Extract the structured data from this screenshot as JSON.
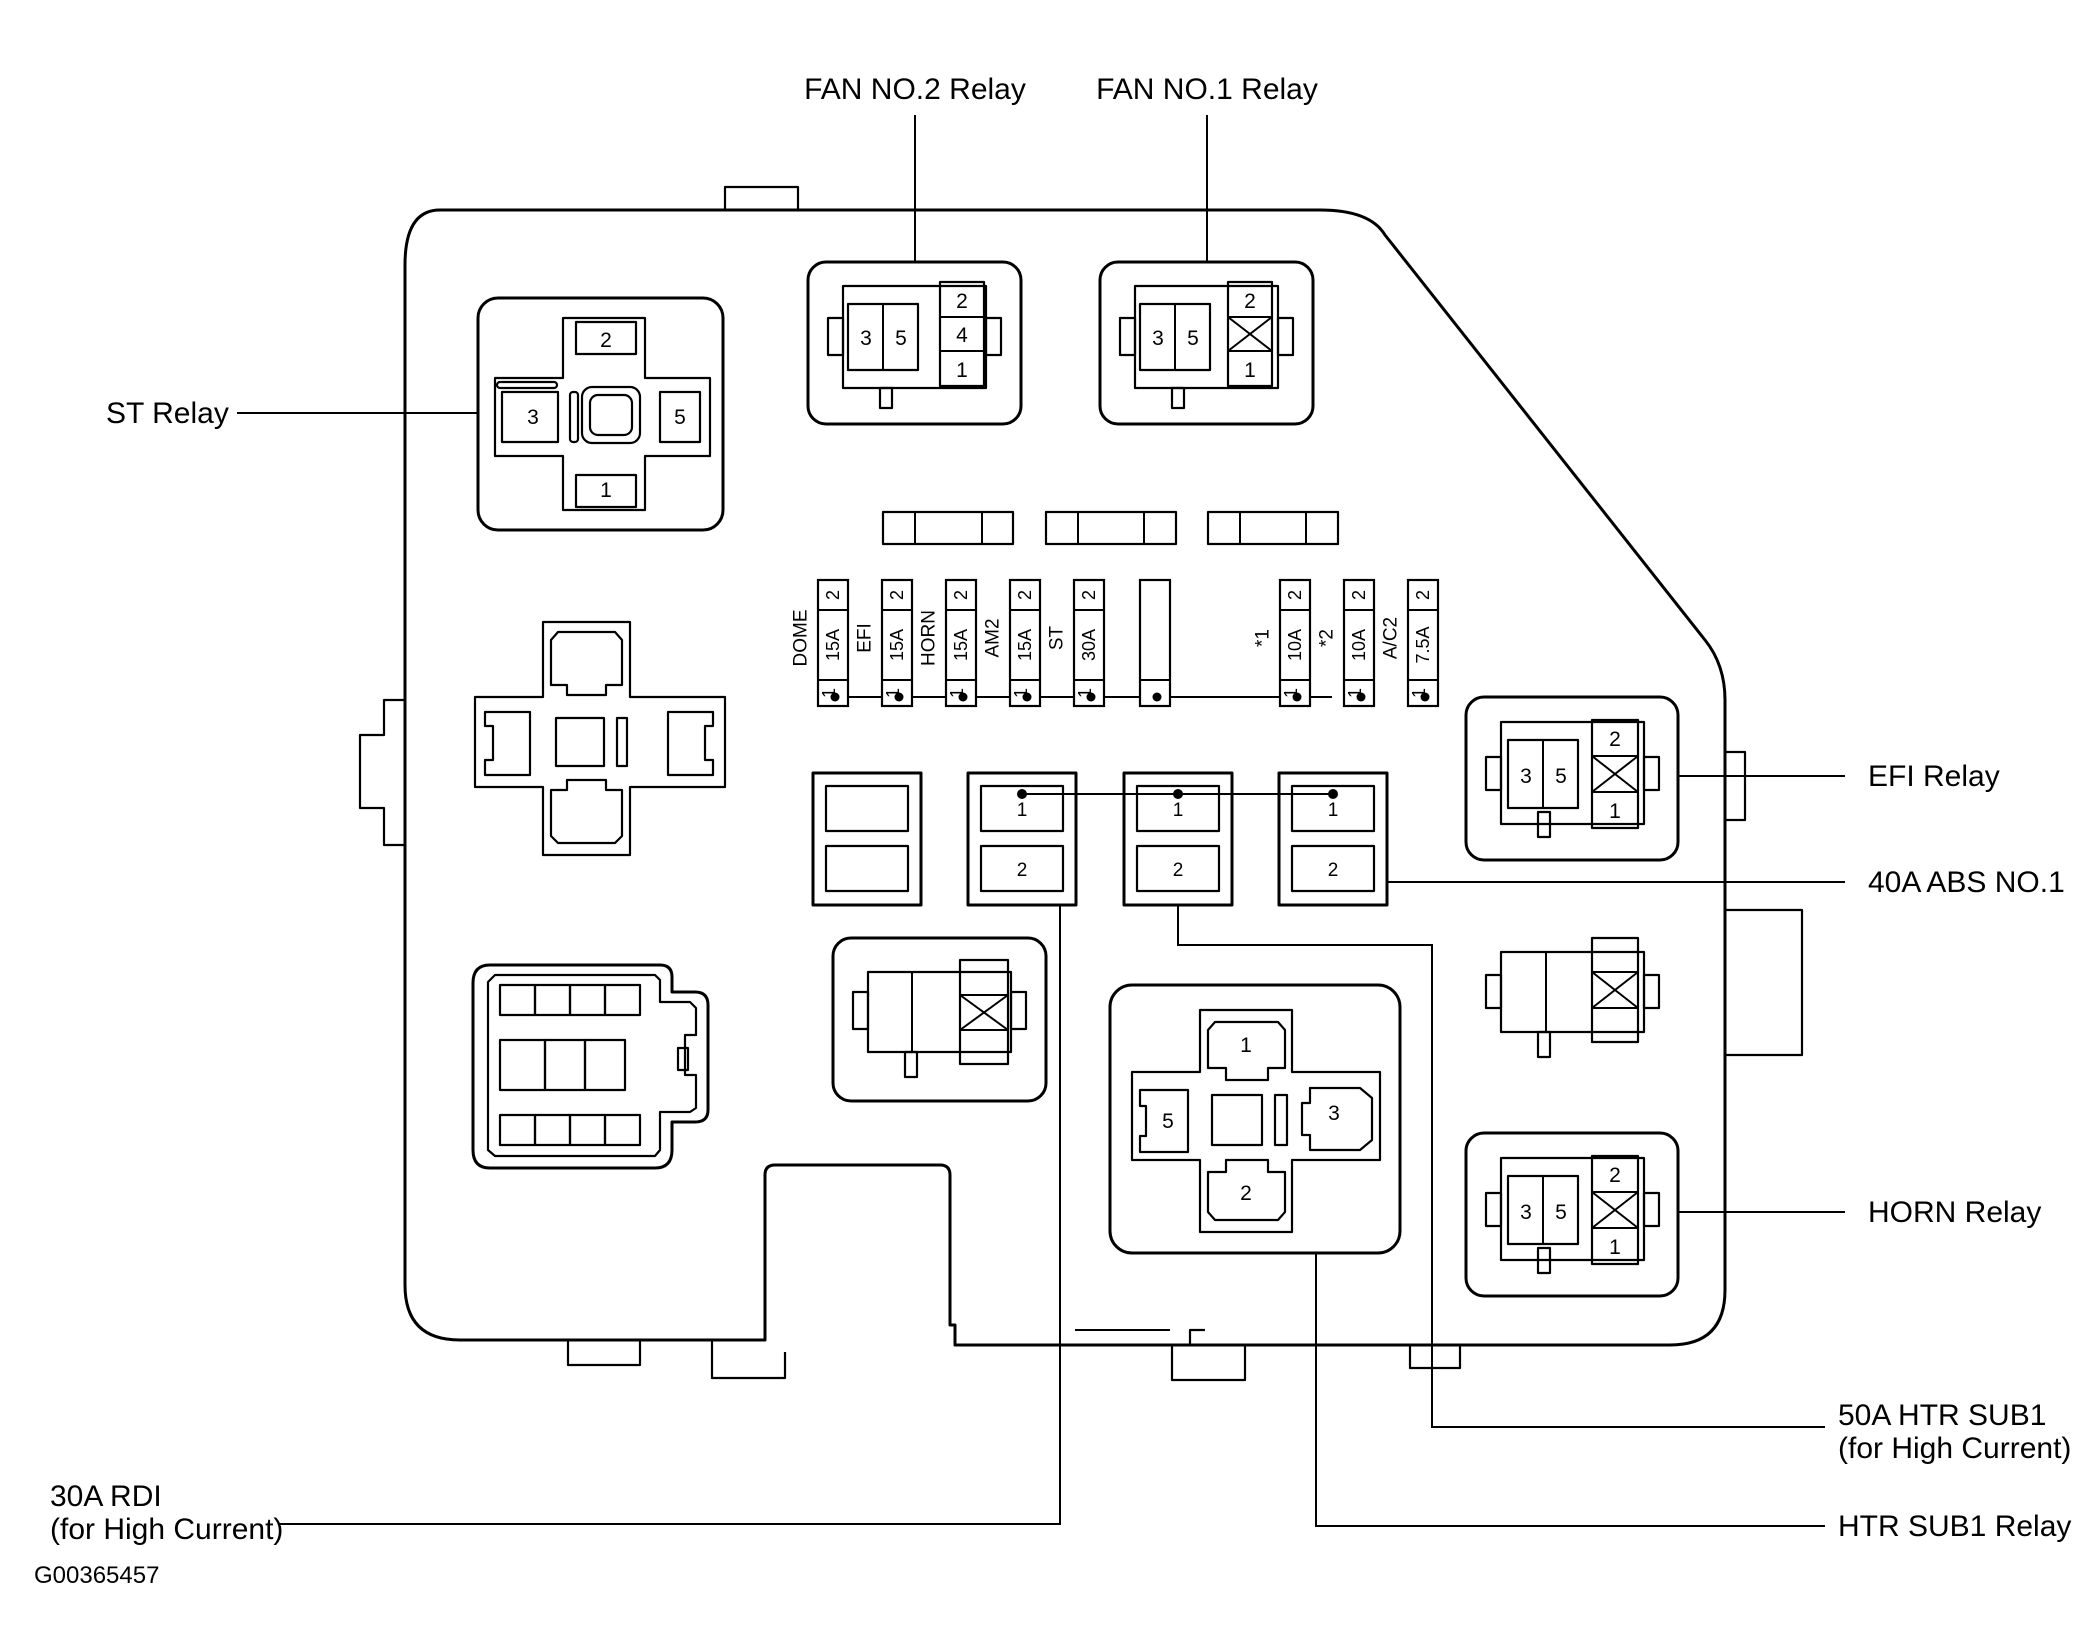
{
  "callouts": {
    "fan_no2_relay": "FAN NO.2 Relay",
    "fan_no1_relay": "FAN NO.1 Relay",
    "st_relay": "ST Relay",
    "efi_relay": "EFI Relay",
    "abs_no1": "40A ABS NO.1",
    "horn_relay": "HORN Relay",
    "htr_sub1_fuse_line1": "50A HTR SUB1",
    "htr_sub1_fuse_line2": "(for High Current)",
    "htr_sub1_relay": "HTR SUB1 Relay",
    "rdi_line1": "30A RDI",
    "rdi_line2": "(for High Current)"
  },
  "figure_code": "G00365457",
  "fuses": [
    {
      "name": "DOME",
      "rating": "15A",
      "pin_top": "2",
      "pin_bottom": "1"
    },
    {
      "name": "EFI",
      "rating": "15A",
      "pin_top": "2",
      "pin_bottom": "1"
    },
    {
      "name": "HORN",
      "rating": "15A",
      "pin_top": "2",
      "pin_bottom": "1"
    },
    {
      "name": "AM2",
      "rating": "15A",
      "pin_top": "2",
      "pin_bottom": "1"
    },
    {
      "name": "ST",
      "rating": "30A",
      "pin_top": "2",
      "pin_bottom": "1"
    },
    {
      "name": "",
      "rating": "",
      "pin_top": "",
      "pin_bottom": ""
    },
    {
      "name": "*1",
      "rating": "10A",
      "pin_top": "2",
      "pin_bottom": "1"
    },
    {
      "name": "*2",
      "rating": "10A",
      "pin_top": "2",
      "pin_bottom": "1"
    },
    {
      "name": "A/C2",
      "rating": "7.5A",
      "pin_top": "2",
      "pin_bottom": "1"
    }
  ],
  "relays": {
    "fan_no2": {
      "pins": [
        "3",
        "5",
        "2",
        "4",
        "1"
      ]
    },
    "fan_no1": {
      "pins": [
        "3",
        "5",
        "2",
        "1"
      ]
    },
    "st": {
      "pins": [
        "2",
        "3",
        "5",
        "1"
      ]
    },
    "efi": {
      "pins": [
        "3",
        "5",
        "2",
        "1"
      ]
    },
    "horn": {
      "pins": [
        "3",
        "5",
        "2",
        "1"
      ]
    },
    "htr_sub1": {
      "pins": [
        "1",
        "5",
        "3",
        "2"
      ]
    }
  },
  "high_current_fuses": [
    {
      "pin_top": "1",
      "pin_bottom": "2"
    },
    {
      "pin_top": "1",
      "pin_bottom": "2"
    },
    {
      "pin_top": "1",
      "pin_bottom": "2"
    }
  ]
}
